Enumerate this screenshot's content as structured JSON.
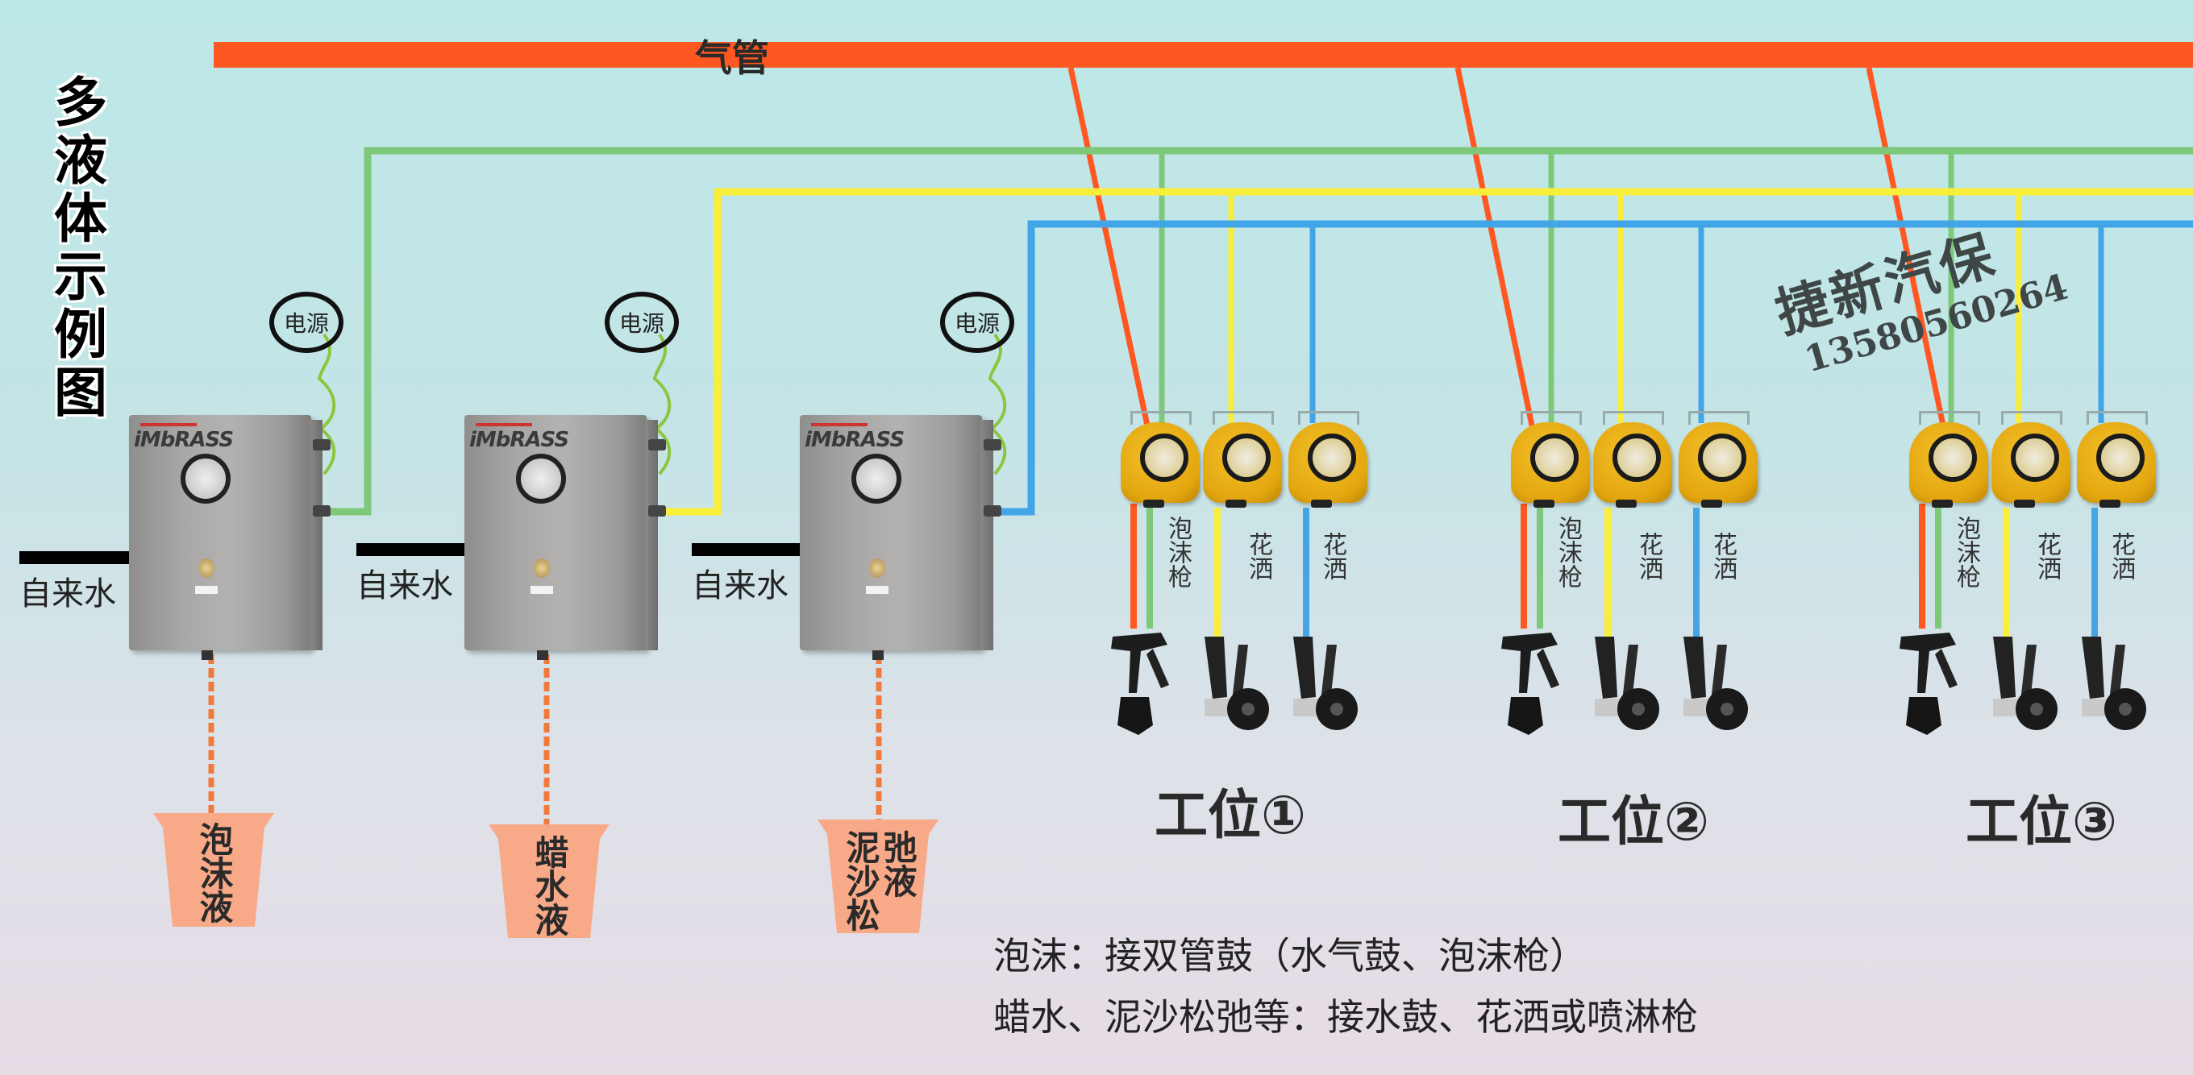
{
  "title": "多液体示例图",
  "air_pipe": {
    "label": "气管",
    "color": "#ff5722"
  },
  "supply_lines": [
    {
      "name": "foam-line",
      "color": "#7ec87a"
    },
    {
      "name": "wax-line",
      "color": "#f9ee3a"
    },
    {
      "name": "mud-line",
      "color": "#42a5e8"
    }
  ],
  "power_label": "电源",
  "tap_water_label": "自来水",
  "cabinets": [
    {
      "brand": "iMbRASS",
      "power": "电源",
      "tap": "自来水",
      "liquid": "泡沫液",
      "line_color": "#7ec87a"
    },
    {
      "brand": "iMbRASS",
      "power": "电源",
      "tap": "自来水",
      "liquid": "蜡水液",
      "line_color": "#f9ee3a"
    },
    {
      "brand": "iMbRASS",
      "power": "电源",
      "tap": "自来水",
      "liquid_col1": "泥沙松",
      "liquid_col2": "弛液",
      "line_color": "#42a5e8"
    }
  ],
  "drain_color": "#f07a3c",
  "bucket_color": "#f8a988",
  "stations": [
    {
      "label": "工位①",
      "hoses": [
        "泡沫枪",
        "花洒",
        "花洒"
      ]
    },
    {
      "label": "工位②",
      "hoses": [
        "泡沫枪",
        "花洒",
        "花洒"
      ]
    },
    {
      "label": "工位③",
      "hoses": [
        "泡沫枪",
        "花洒",
        "花洒"
      ]
    }
  ],
  "reel_color": "#e8ab14",
  "watermark": {
    "name": "捷新汽保",
    "phone": "13580560264"
  },
  "notes": [
    "泡沫：接双管鼓（水气鼓、泡沫枪）",
    "蜡水、泥沙松弛等：接水鼓、花洒或喷淋枪"
  ]
}
